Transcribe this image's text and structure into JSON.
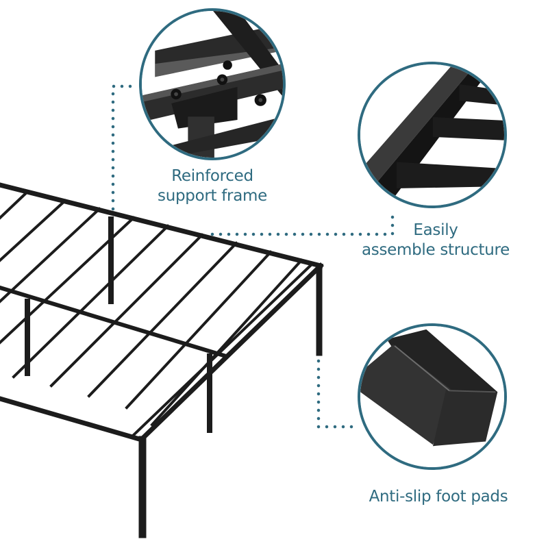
{
  "product": {
    "type": "metal platform bed frame",
    "color": "#1a1a1a"
  },
  "accent_color": "#2f6b80",
  "features": [
    {
      "id": "support",
      "line1": "Reinforced",
      "line2": "support frame",
      "icon": "bracket-bolts-detail"
    },
    {
      "id": "assembly",
      "line1": "Easily",
      "line2": "assemble structure",
      "icon": "slat-rail-detail"
    },
    {
      "id": "footpads",
      "line1": "Anti-slip foot pads",
      "line2": "",
      "icon": "leg-foot-cap-detail"
    }
  ]
}
